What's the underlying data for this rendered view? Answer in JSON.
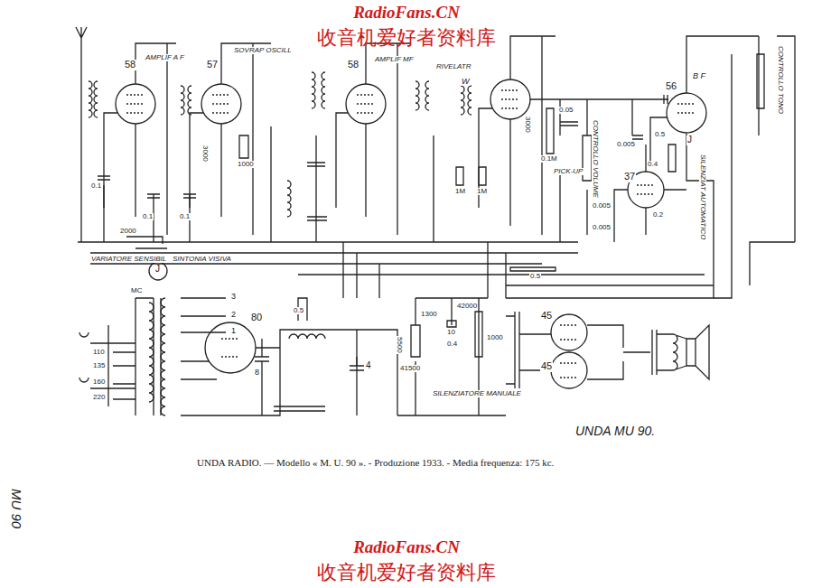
{
  "diagram": {
    "caption": "UNDA RADIO. — Modello « M. U. 90 ». - Produzione 1933. - Media frequenza: 175 kc.",
    "labels": [
      "RadioFans.CN",
      "收音机爱好者资料库",
      "58",
      "AMPLIF A F",
      "57",
      "SOVRAP OSCILL",
      "58",
      "AMPLIF MF",
      "RIVELATR",
      "W",
      "56",
      "B F",
      "CONTROLLO TONO",
      "CONTROLLO VOLUME",
      "PICK-UP",
      "37",
      "SILENZIAT AUTOMATICO",
      "0.1",
      "0.1",
      "0.1",
      "3000",
      "1000",
      "2000",
      "VARIATORE SENSIBIL",
      "J",
      "SINTONIA VISIVA",
      "1M",
      "1M",
      "3000",
      "0.1M",
      "0.05",
      "0.005",
      "0.5",
      "J",
      "0.4",
      "0.2",
      "0.005",
      "0.005",
      "0.5",
      "MC",
      "110",
      "135",
      "160",
      "220",
      "3",
      "2",
      "1",
      "80",
      "0.5",
      "8",
      "4",
      "42000",
      "1300",
      "10",
      "0.4",
      "5500",
      "41500",
      "1000",
      "SILENZIATORE MANUALE",
      "45",
      "45",
      "UNDA MU 90.",
      "MU 90",
      "RadioFans.CN",
      "收音机爱好者资料库"
    ]
  }
}
